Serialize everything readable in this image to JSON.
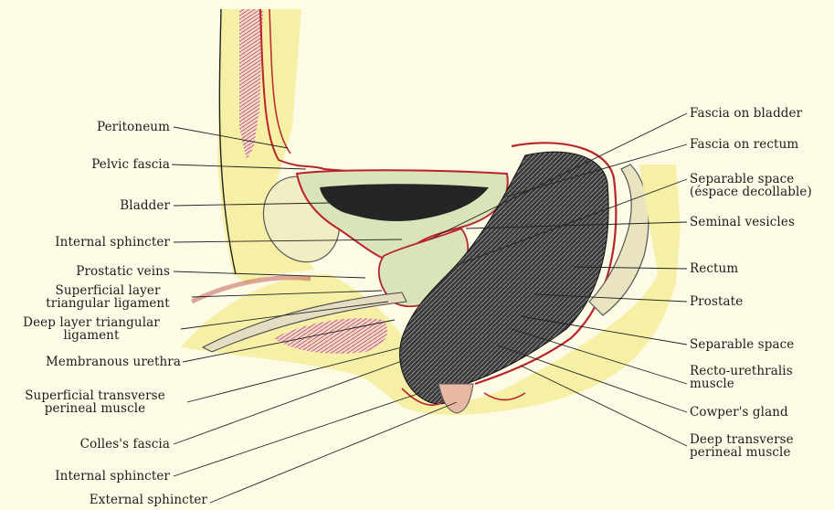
{
  "colors": {
    "paper": "#fdfbe6",
    "tissue": "#f6f0a6",
    "fascia_red": "#b8242c",
    "bladder_fill": "#d9e4b8",
    "rectum_dark": "#2b2b2b",
    "muscle_pink": "#d88a8a",
    "line": "#222222"
  },
  "labels_left": {
    "peritoneum": "Peritoneum",
    "pelvic_fascia": "Pelvic fascia",
    "bladder": "Bladder",
    "internal_sphincter_upper": "Internal sphincter",
    "prostatic_veins": "Prostatic veins",
    "superficial_layer": "Superficial layer\ntriangular ligament",
    "deep_layer": "Deep layer triangular\nligament",
    "membranous_urethra": "Membranous urethra",
    "superficial_transverse": "Superficial transverse\nperineal muscle",
    "colles_fascia": "Colles's fascia",
    "internal_sphincter_lower": "Internal sphincter",
    "external_sphincter": "External sphincter"
  },
  "labels_right": {
    "fascia_bladder": "Fascia on bladder",
    "fascia_rectum": "Fascia on rectum",
    "separable_space_upper": "Separable space\n(éspace decollable)",
    "seminal_vesicles": "Seminal vesicles",
    "rectum": "Rectum",
    "prostate": "Prostate",
    "separable_space_lower": "Separable space",
    "recto_urethralis": "Recto-urethralis\nmuscle",
    "cowpers_gland": "Cowper's gland",
    "deep_transverse": "Deep transverse\nperineal muscle"
  }
}
